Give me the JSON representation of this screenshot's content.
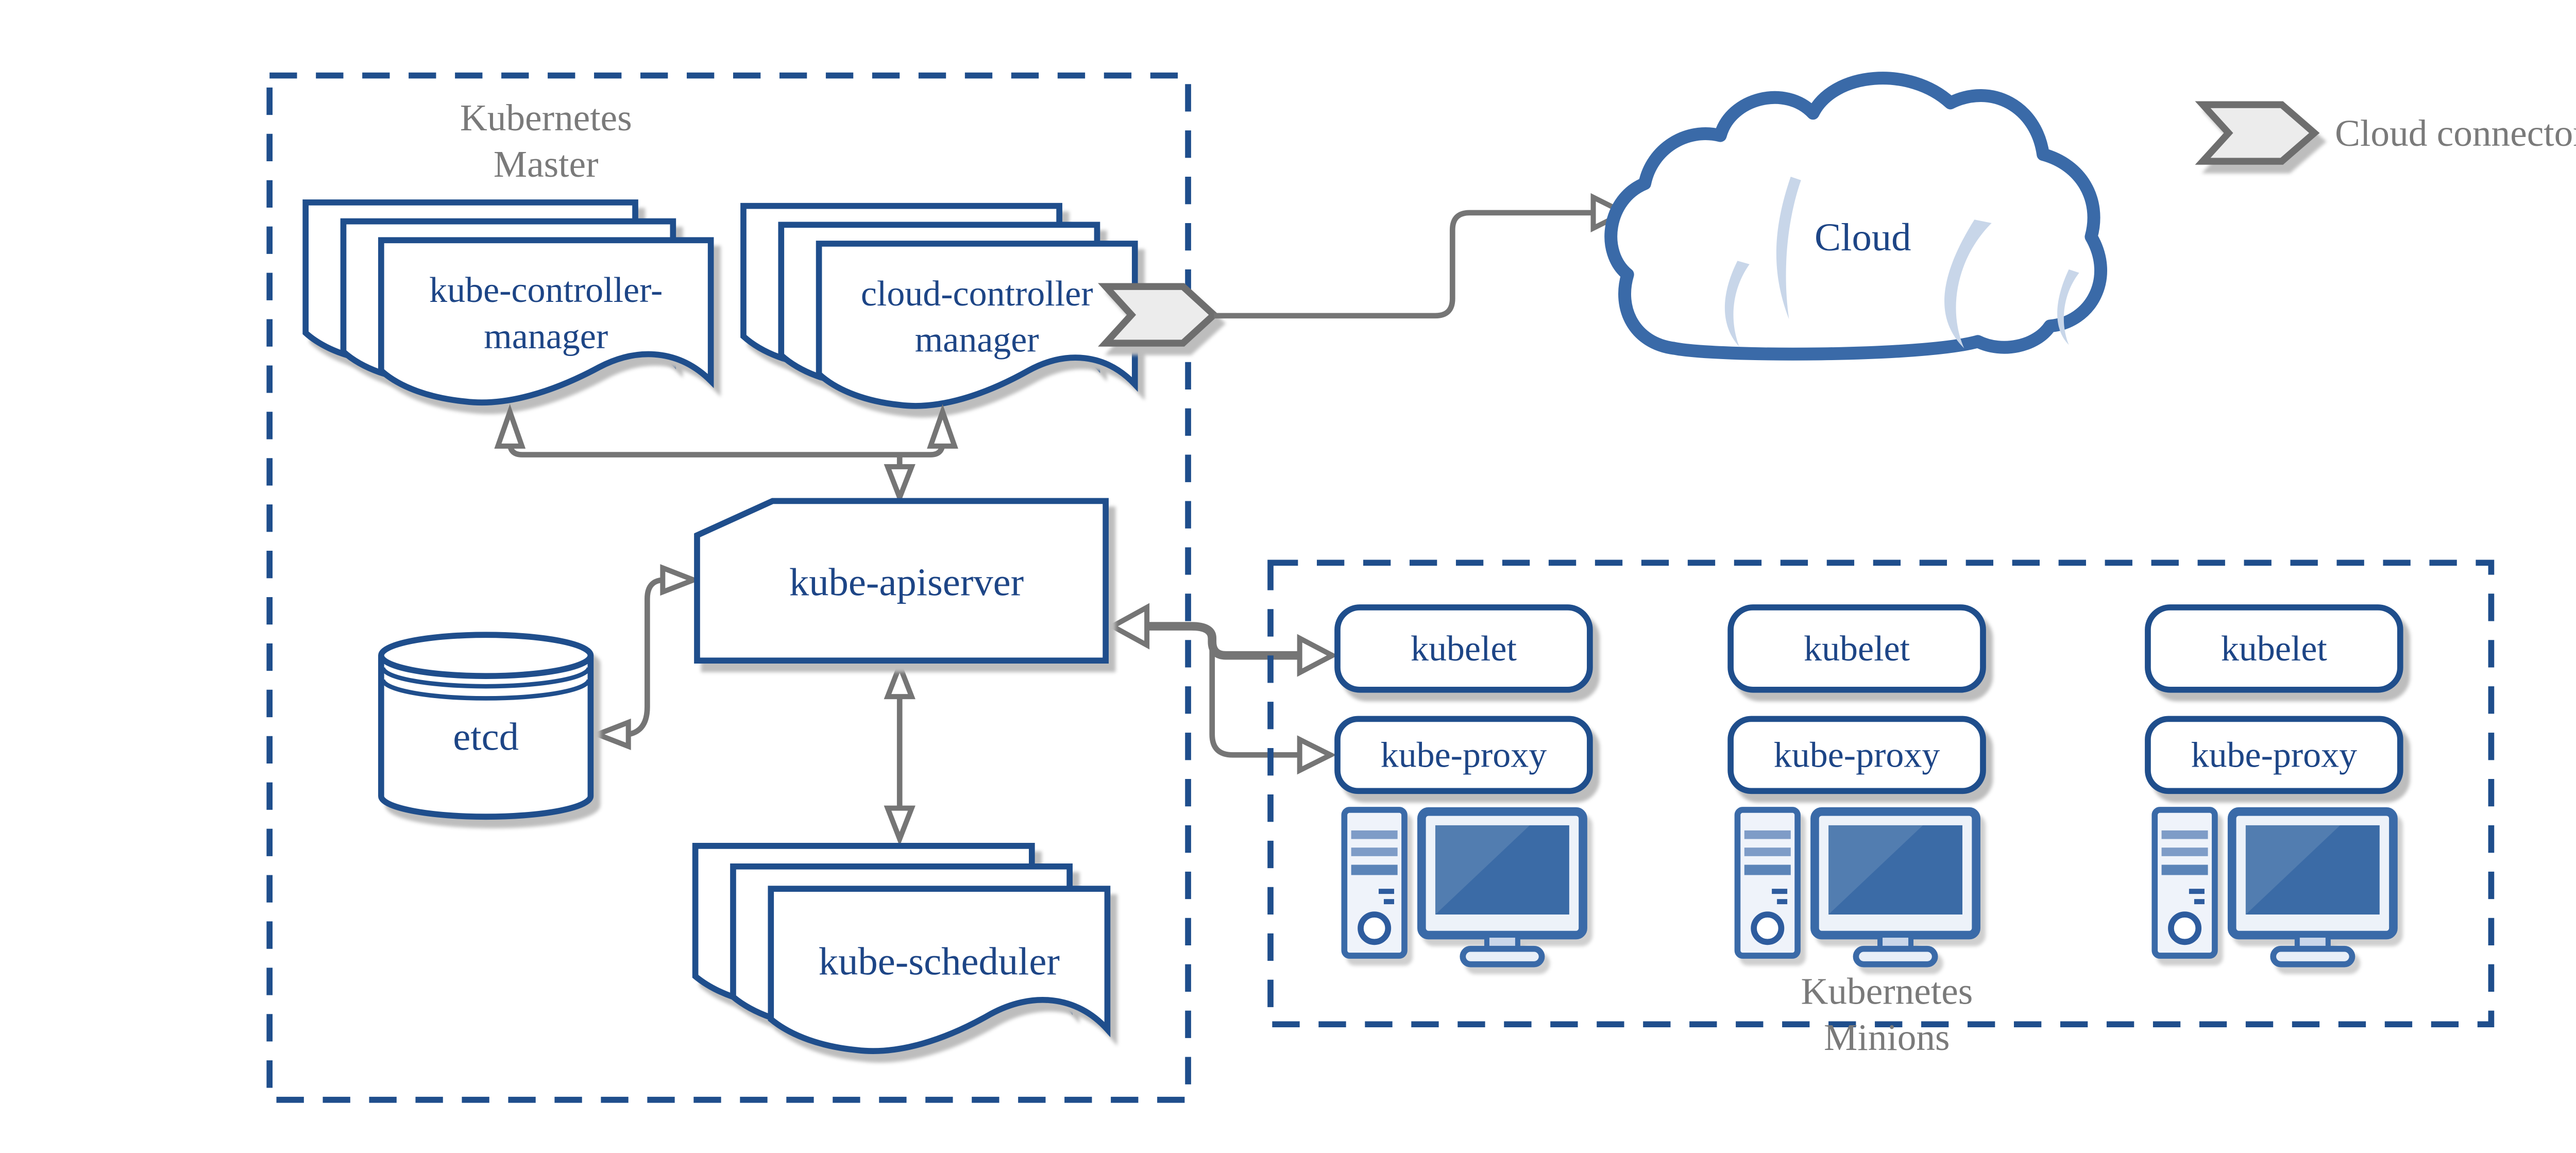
{
  "master": {
    "label_lines": [
      "Kubernetes",
      "Master"
    ],
    "kube_controller_manager_lines": [
      "kube-controller-",
      "manager"
    ],
    "cloud_controller_manager_lines": [
      "cloud-controller",
      "manager"
    ],
    "kube_apiserver_label": "kube-apiserver",
    "etcd_label": "etcd",
    "kube_scheduler_label": "kube-scheduler"
  },
  "cloud": {
    "label": "Cloud"
  },
  "legend": {
    "cloud_connector_label": "Cloud connector"
  },
  "minions": {
    "label_lines": [
      "Kubernetes",
      "Minions"
    ],
    "nodes": [
      {
        "kubelet_label": "kubelet",
        "kube_proxy_label": "kube-proxy"
      },
      {
        "kubelet_label": "kubelet",
        "kube_proxy_label": "kube-proxy"
      },
      {
        "kubelet_label": "kubelet",
        "kube_proxy_label": "kube-proxy"
      }
    ]
  },
  "icons": {
    "cloud_connector_chevron": "chevron-arrow-right",
    "minion_host": "desktop-computer"
  },
  "colors": {
    "navy": "#1F4E8C",
    "text_blue": "#1D4586",
    "steel_blue": "#3A6AA8",
    "light_blue": "#C8D6E9",
    "screen_blue": "#3B6BA6",
    "pc_fill": "#EFF3FA",
    "pc_stripe": "#7E9CC7",
    "gray_text": "#7A7A7A",
    "arrow_gray": "#757575",
    "chevron_fill": "#ECECEC",
    "chevron_stroke": "#6E6E6E",
    "shadow": "#BDBDBD",
    "background": "#FFFFFF"
  }
}
